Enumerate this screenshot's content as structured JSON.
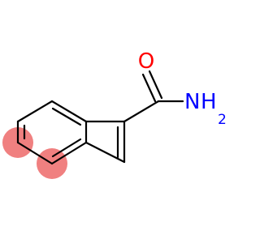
{
  "molecule": {
    "atoms": {
      "oxygen": {
        "symbol": "O",
        "color": "#ff0000"
      },
      "amide_nitrogen": {
        "symbol": "N",
        "hydrogen": "H",
        "hydrogen_count": "2",
        "color": "#0000ff"
      }
    },
    "highlight": {
      "color": "#f08080",
      "atoms": 2
    },
    "bond_color": "#000000"
  }
}
